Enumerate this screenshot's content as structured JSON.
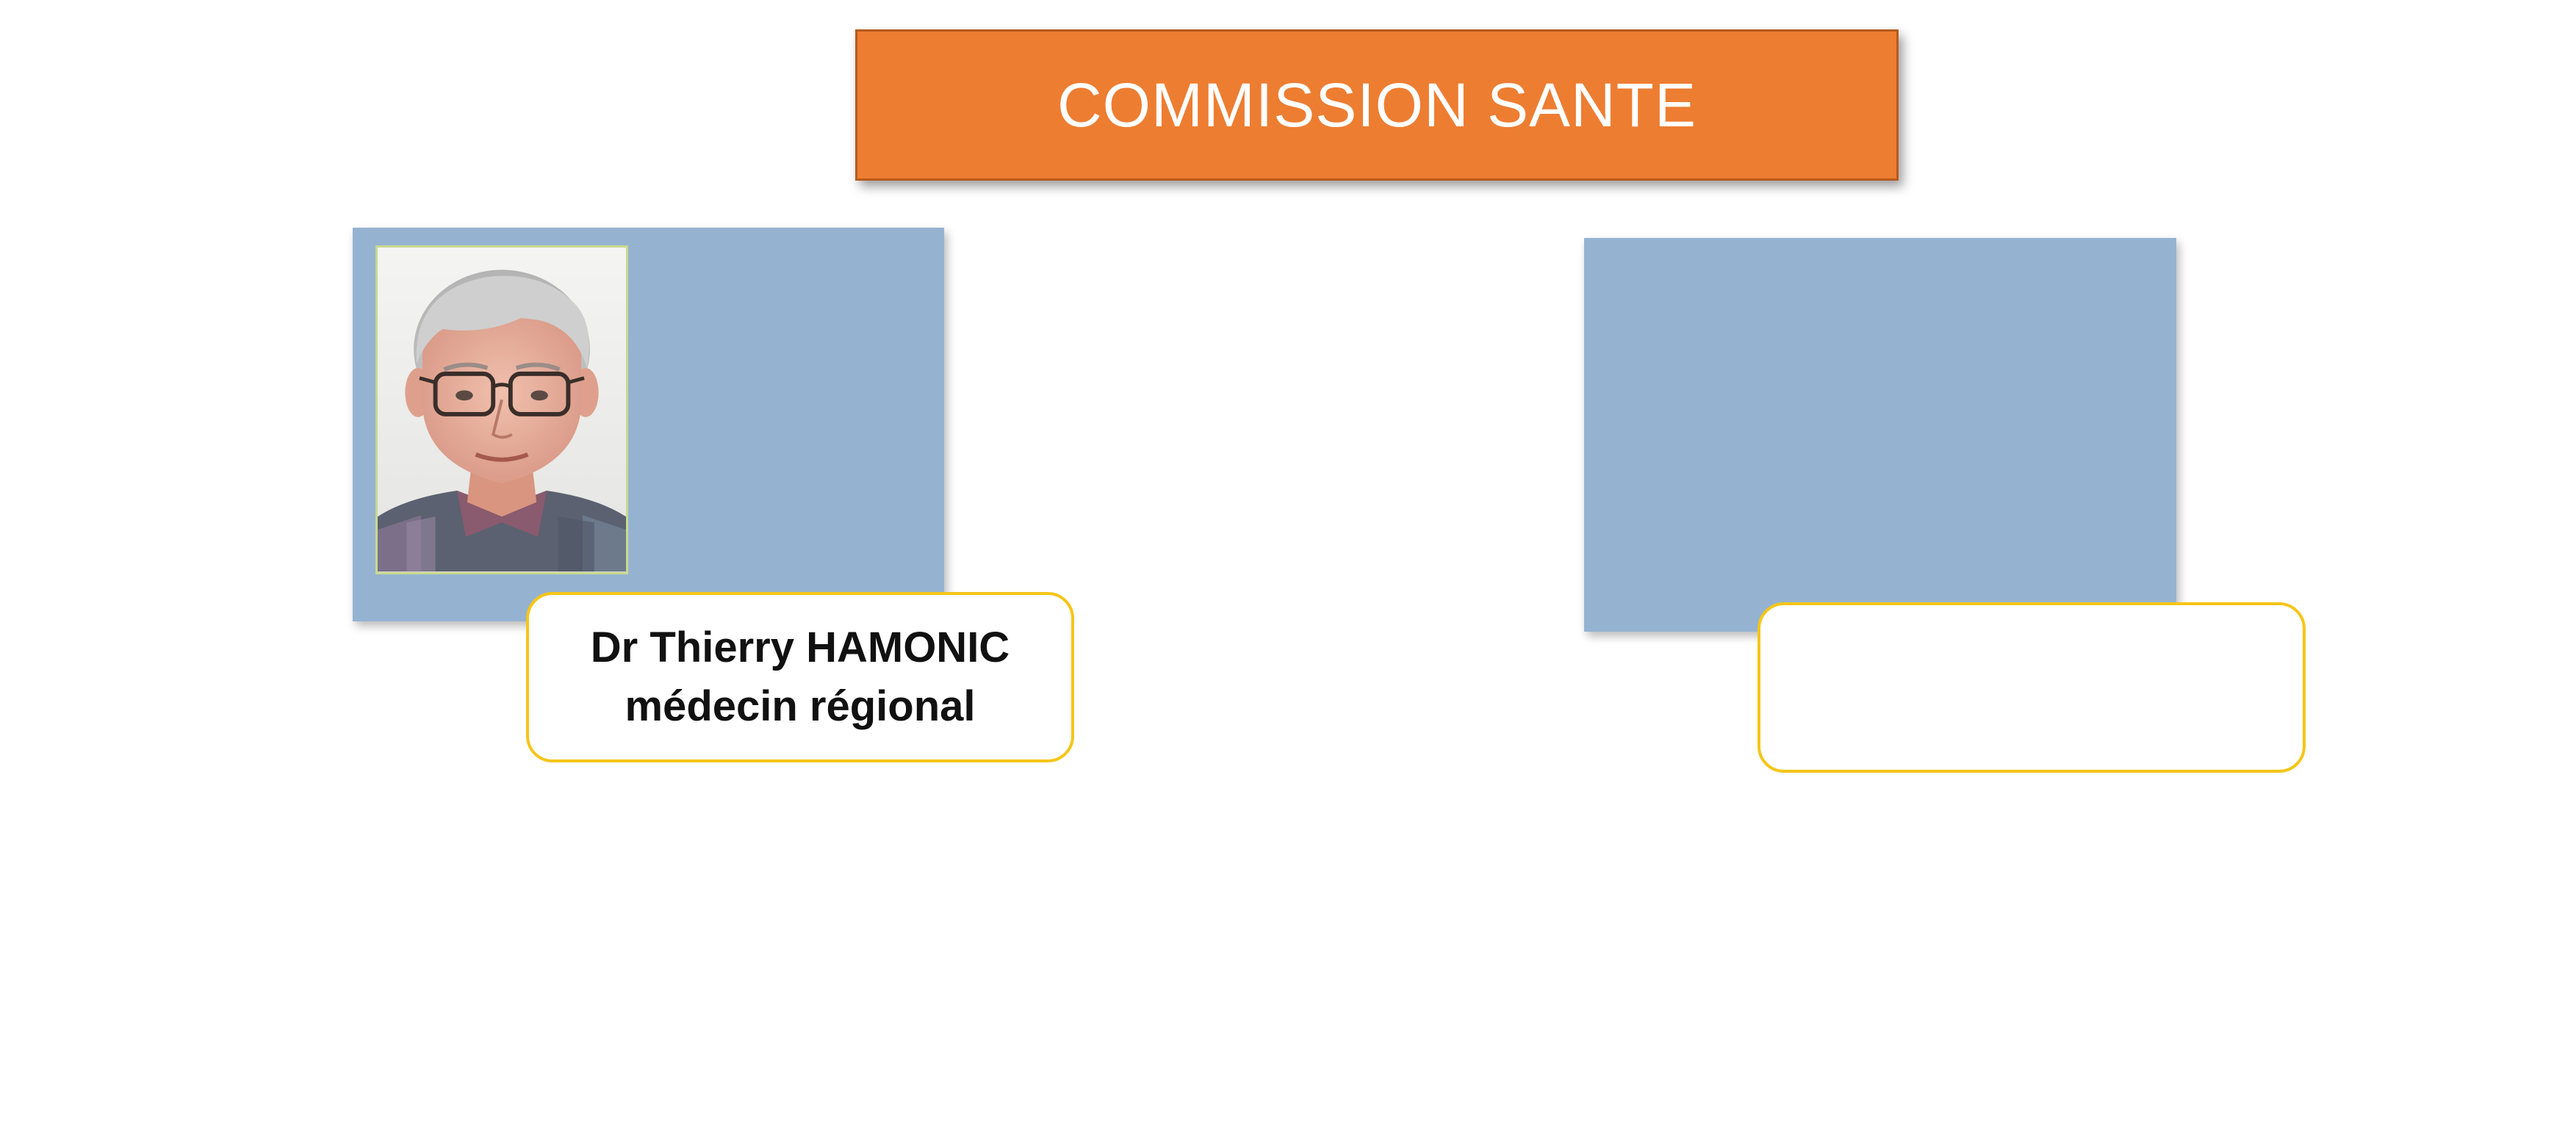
{
  "header": {
    "title": "COMMISSION SANTE"
  },
  "members": [
    {
      "name": "Dr Thierry HAMONIC",
      "role": "médecin régional",
      "photo": "portrait-photo"
    },
    {
      "name": "",
      "role": "",
      "photo": ""
    }
  ],
  "colors": {
    "title_banner": "#ED7D31",
    "card_panel": "#95B3D1",
    "name_box_border": "#F5C518"
  }
}
